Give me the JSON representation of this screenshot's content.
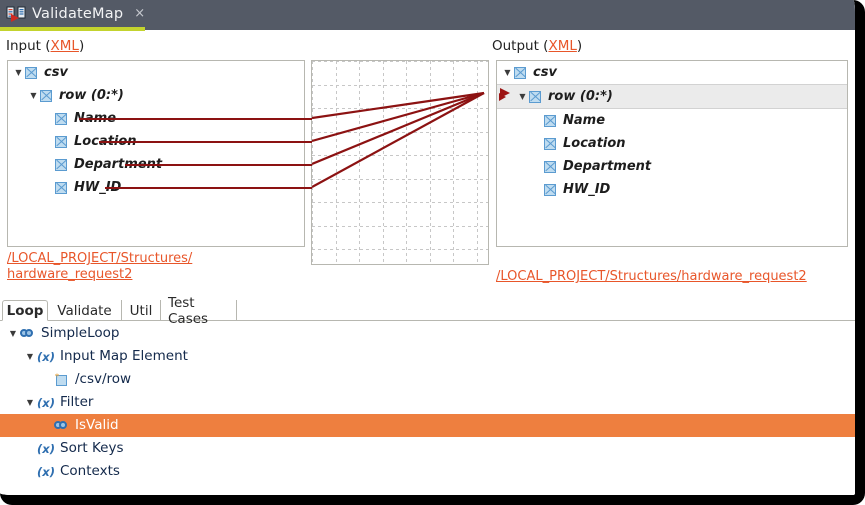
{
  "window": {
    "tab_title": "ValidateMap",
    "tab_close": "×",
    "tab_icon": "mapping-doc-icon"
  },
  "panels": {
    "input": {
      "header_text": "Input (",
      "header_link": "XML",
      "header_tail": ")",
      "path_line1": "/LOCAL_PROJECT/Structures/",
      "path_line2": "hardware_request2",
      "tree": [
        {
          "label": "csv",
          "indent": 0,
          "twisty": "▼",
          "selected": false
        },
        {
          "label": "row (0:*)",
          "indent": 1,
          "twisty": "▼",
          "selected": false
        },
        {
          "label": "Name",
          "indent": 2,
          "twisty": "",
          "selected": false
        },
        {
          "label": "Location",
          "indent": 2,
          "twisty": "",
          "selected": false
        },
        {
          "label": "Department",
          "indent": 2,
          "twisty": "",
          "selected": false
        },
        {
          "label": "HW_ID",
          "indent": 2,
          "twisty": "",
          "selected": false
        }
      ]
    },
    "output": {
      "header_text": "Output (",
      "header_link": "XML",
      "header_tail": ")",
      "path": "/LOCAL_PROJECT/Structures/hardware_request2",
      "tree": [
        {
          "label": "csv",
          "indent": 0,
          "twisty": "▼",
          "selected": false
        },
        {
          "label": "row (0:*)",
          "indent": 1,
          "twisty": "▼",
          "selected": true
        },
        {
          "label": "Name",
          "indent": 2,
          "twisty": "",
          "selected": false
        },
        {
          "label": "Location",
          "indent": 2,
          "twisty": "",
          "selected": false
        },
        {
          "label": "Department",
          "indent": 2,
          "twisty": "",
          "selected": false
        },
        {
          "label": "HW_ID",
          "indent": 2,
          "twisty": "",
          "selected": false
        }
      ]
    }
  },
  "mapping": {
    "link_color": "#8c1212",
    "grid_color": "#c7c7c7",
    "connections": [
      {
        "from": "Name",
        "to": "row (0:*)"
      },
      {
        "from": "Location",
        "to": "row (0:*)"
      },
      {
        "from": "Department",
        "to": "row (0:*)"
      },
      {
        "from": "HW_ID",
        "to": "row (0:*)"
      }
    ]
  },
  "bottom": {
    "tabs": [
      {
        "label": "Loop",
        "active": true
      },
      {
        "label": "Validate",
        "active": false
      },
      {
        "label": "Util",
        "active": false
      },
      {
        "label": "Test Cases",
        "active": false
      }
    ],
    "selection_color": "#ee7f3f",
    "tree": [
      {
        "label": "SimpleLoop",
        "indent": 0,
        "twisty": "▼",
        "icon": "chain-icon",
        "selected": false
      },
      {
        "label": "Input Map Element",
        "indent": 1,
        "twisty": "▼",
        "icon": "variable-icon",
        "selected": false
      },
      {
        "label": "/csv/row",
        "indent": 2,
        "twisty": "",
        "icon": "map-element-icon",
        "selected": false
      },
      {
        "label": "Filter",
        "indent": 1,
        "twisty": "▼",
        "icon": "variable-icon",
        "selected": false
      },
      {
        "label": "IsValid",
        "indent": 2,
        "twisty": "",
        "icon": "chain-icon",
        "selected": true
      },
      {
        "label": "Sort Keys",
        "indent": 1,
        "twisty": "",
        "icon": "variable-icon",
        "selected": false
      },
      {
        "label": "Contexts",
        "indent": 1,
        "twisty": "",
        "icon": "variable-icon",
        "selected": false
      }
    ]
  }
}
